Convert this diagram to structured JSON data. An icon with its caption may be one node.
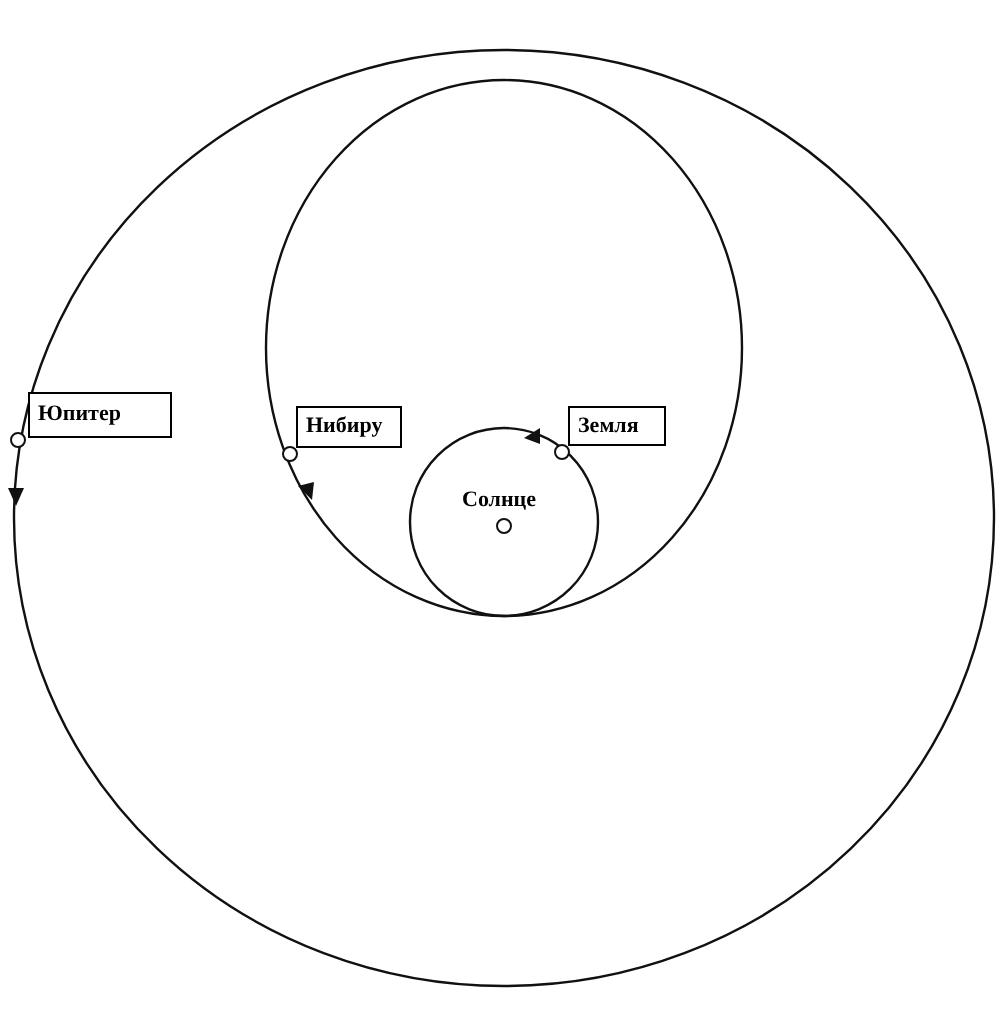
{
  "diagram": {
    "nodes": [
      {
        "text": [
          "Юпитер"
        ]
      },
      {
        "text": [
          "Нибиру"
        ]
      },
      {
        "text": [
          "Земля"
        ]
      }
    ],
    "labels": [
      "Солнце"
    ]
  }
}
